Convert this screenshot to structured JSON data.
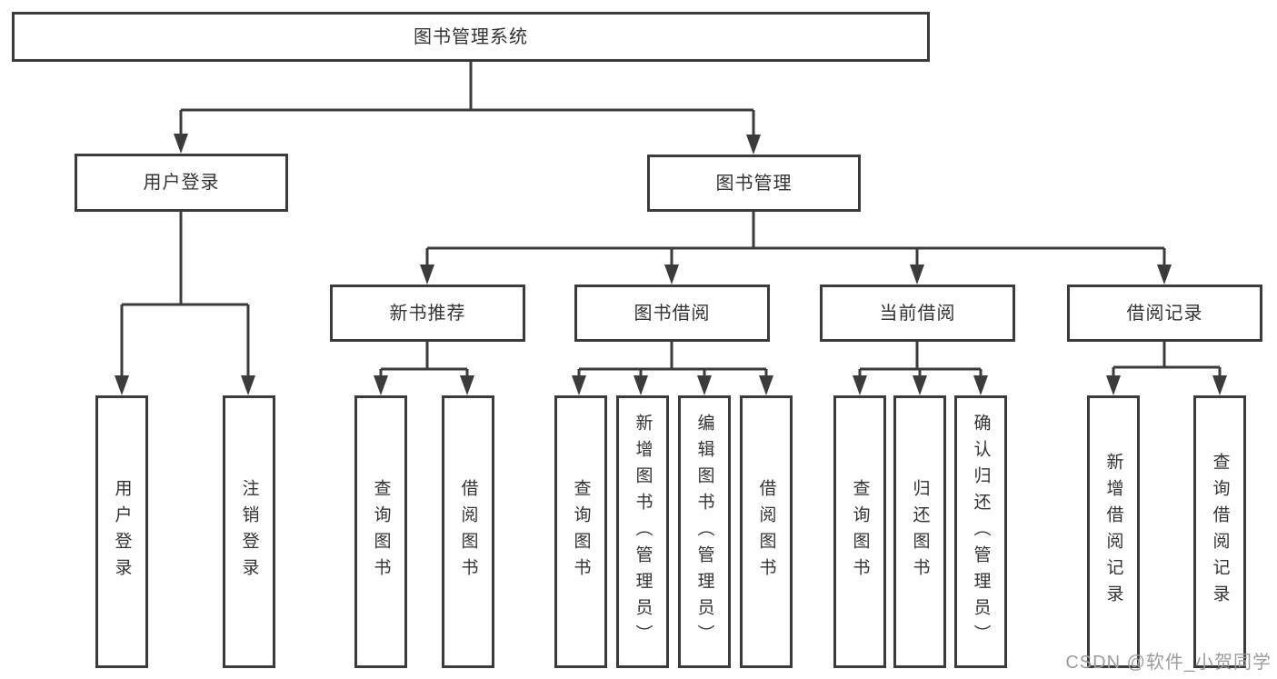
{
  "colors": {
    "line": "#3b3b3b",
    "node_border": "#3b3b3b",
    "text": "#333333",
    "watermark": "#9c9c9c",
    "background": "#ffffff"
  },
  "nodes": {
    "root": "图书管理系统",
    "user_login": "用户登录",
    "book_mgmt": "图书管理",
    "new_books": "新书推荐",
    "book_borrow": "图书借阅",
    "current_borrow": "当前借阅",
    "borrow_records": "借阅记录",
    "leaf_user_login": "用户登录",
    "leaf_logout": "注销登录",
    "leaf_nb_query": "查询图书",
    "leaf_nb_borrow": "借阅图书",
    "leaf_bb_query": "查询图书",
    "leaf_bb_add": "新增图书（管理员）",
    "leaf_bb_edit": "编辑图书（管理员）",
    "leaf_bb_borrow": "借阅图书",
    "leaf_cb_query": "查询图书",
    "leaf_cb_return": "归还图书",
    "leaf_cb_confirm": "确认归还（管理员）",
    "leaf_br_add": "新增借阅记录",
    "leaf_br_query": "查询借阅记录"
  },
  "watermark": "CSDN @软件_小贺同学"
}
